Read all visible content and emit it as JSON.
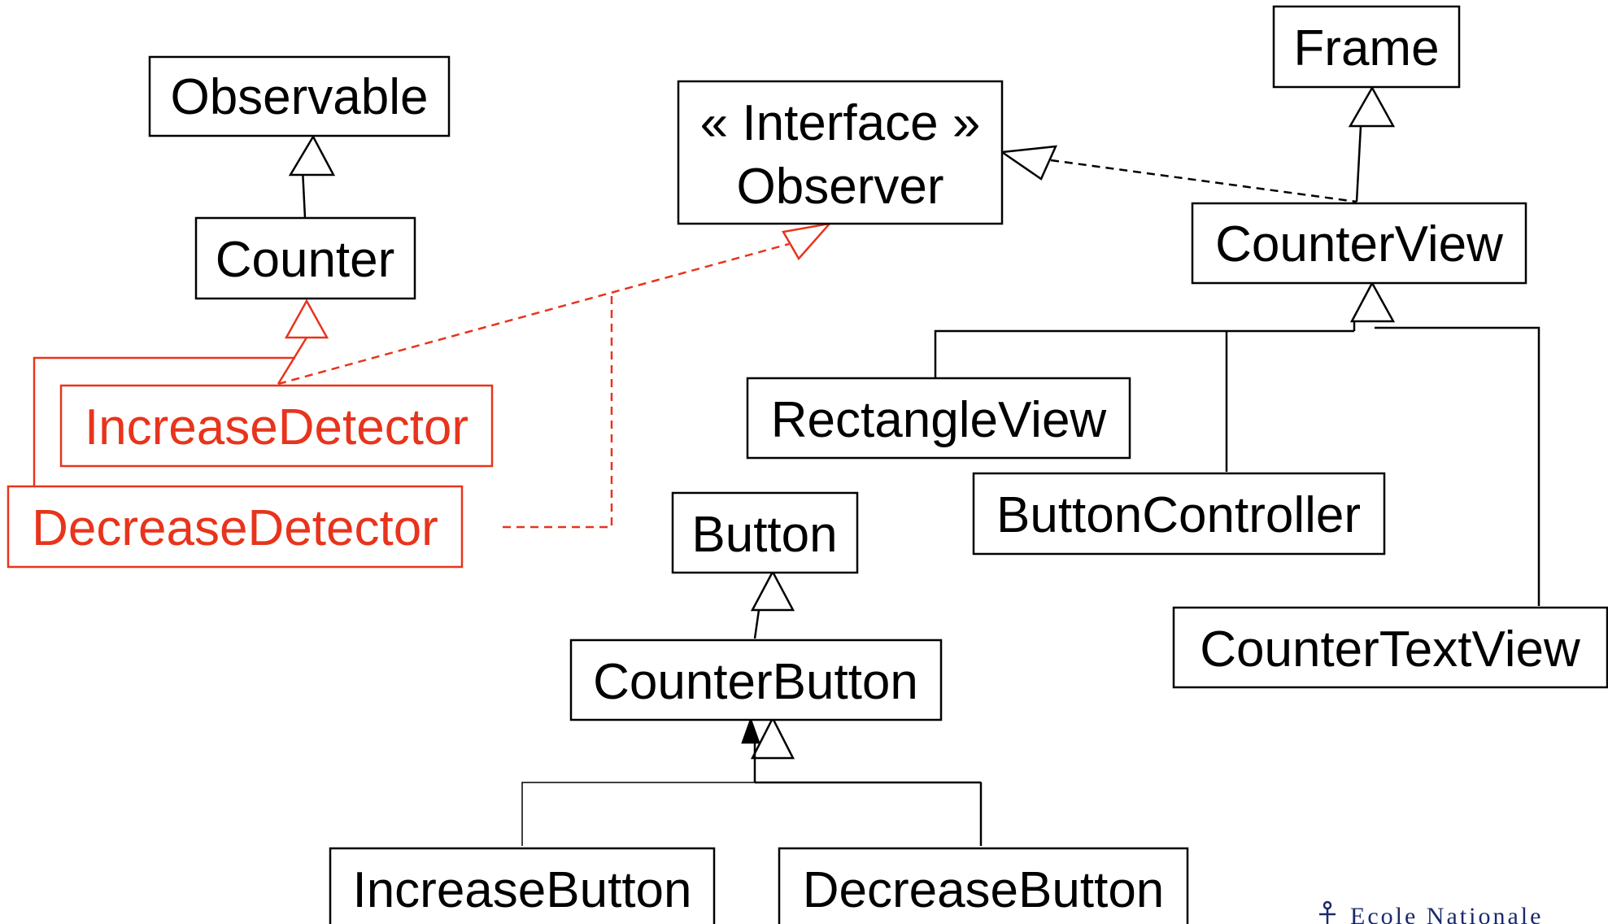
{
  "colors": {
    "normal": "#000000",
    "highlight": "#e8341c"
  },
  "classes": {
    "observable": "Observable",
    "counter": "Counter",
    "increase_detector": "IncreaseDetector",
    "decrease_detector": "DecreaseDetector",
    "observer_stereotype": "« Interface »",
    "observer": "Observer",
    "frame": "Frame",
    "counter_view": "CounterView",
    "rectangle_view": "RectangleView",
    "button_controller": "ButtonController",
    "counter_text_view": "CounterTextView",
    "button": "Button",
    "counter_button": "CounterButton",
    "increase_button": "IncreaseButton",
    "decrease_button": "DecreaseButton"
  },
  "logo": {
    "text": "Ecole Nationale"
  }
}
